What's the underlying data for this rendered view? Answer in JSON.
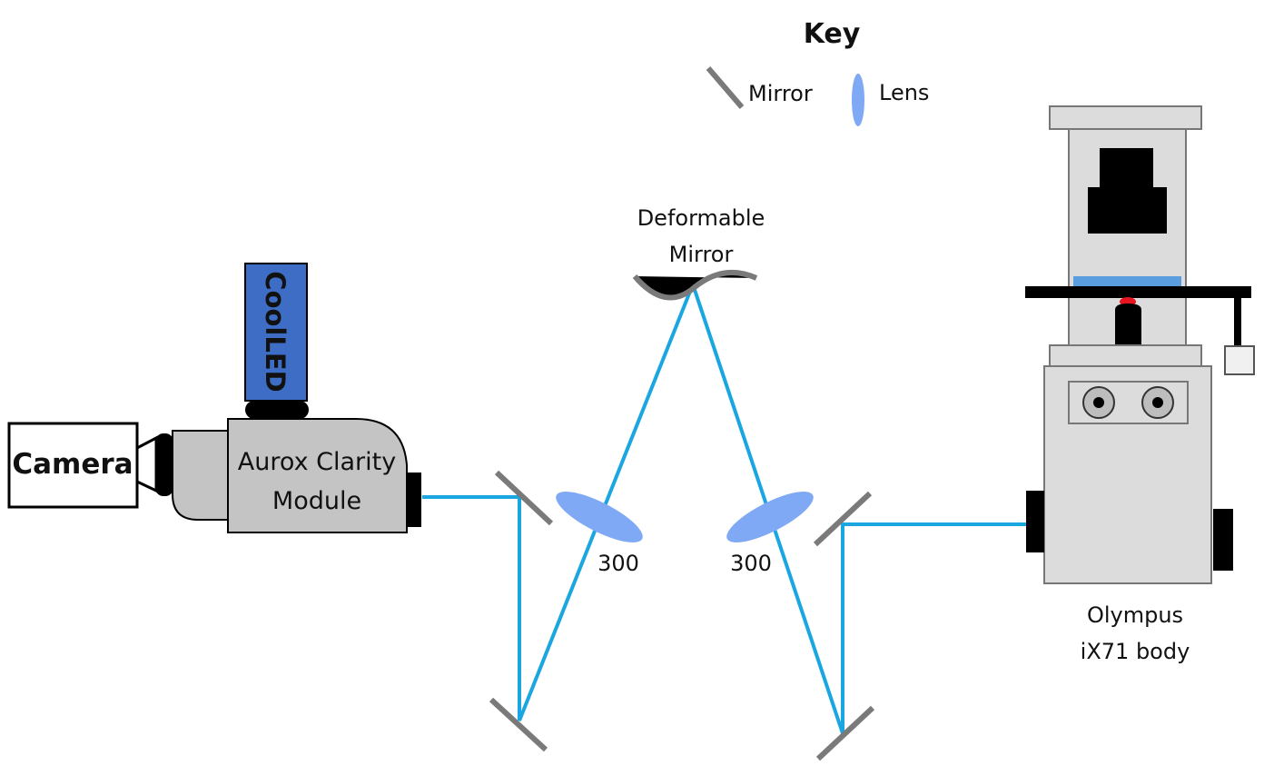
{
  "key": {
    "title": "Key",
    "mirror_label": "Mirror",
    "lens_label": "Lens"
  },
  "labels": {
    "camera": "Camera",
    "coolled": "CoolLED",
    "aurox_line1": "Aurox Clarity",
    "aurox_line2": "Module",
    "deformable_line1": "Deformable",
    "deformable_line2": "Mirror",
    "lens_left_focal": "300",
    "lens_right_focal": "300",
    "olympus_line1": "Olympus",
    "olympus_line2": "iX71 body"
  },
  "colors": {
    "beam": "#1aa6e0",
    "mirror": "#7a7a7a",
    "lens": "#7fa9f5",
    "module_gray": "#c4c4c4",
    "coolled_blue": "#3e6dc6",
    "microscope_gray": "#dcdcdc",
    "sample_red": "#e8141e"
  }
}
